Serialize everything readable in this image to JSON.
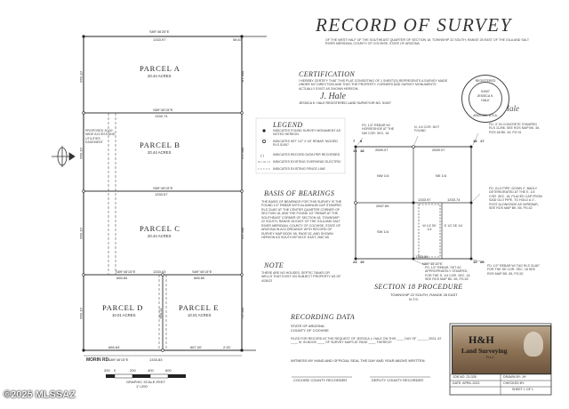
{
  "title": "RECORD OF SURVEY",
  "subtitle": "OF THE WEST HALF OF THE SOUTHEAST QUARTER OF SECTION 18, TOWNSHIP 22 SOUTH, RANGE 26 EAST OF THE GILA AND SALT RIVER MERIDIAN, COUNTY OF COCHISE, STATE OF ARIZONA",
  "certification": {
    "heading": "CERTIFICATION",
    "text": "I HEREBY CERTIFY THAT THIS PLAT CONSISTING OF 1 SHEET(S) REPRESENTS A SURVEY MADE UNDER MY DIRECTION AND THAT THE PROPERTY CORNERS AND SURVEY MONUMENTS ACTUALLY EXIST AS SHOWN HEREON.",
    "signature": "J. Hale",
    "signer": "JESSICA K. HALE  REGISTERED LAND SURVEYOR NO. 51907"
  },
  "seal": {
    "line1": "REGISTERED",
    "line2": "51907",
    "line3": "JESSICA K.",
    "line4": "HALE",
    "line5": "ARIZONA, U.S.A."
  },
  "legend": {
    "heading": "LEGEND",
    "items": [
      "INDICATES FOUND SURVEY MONUMENT AS NOTED HEREON",
      "INDICATES SET 1/2\" X 18\" REBAR TAGGED RLS 51907",
      "INDICATES RECORD DATA PER RECORDED",
      "INDICATES EXISTING OVERHEAD ELECTRIC",
      "INDICATES EXISTING FENCE LINE"
    ]
  },
  "basis": {
    "heading": "BASIS OF BEARINGS",
    "text": "THE BASIS OF BEARINGS FOR THIS SURVEY IS THE FOUND 1/2\" REBAR WITH ALUMINUM CAP STAMPED RLS 31467 AT THE CENTER QUARTER CORNER OF SECTION 18, AND THE FOUND 1/2\" REBAR AT THE SOUTHEAST CORNER OF SECTION 18, TOWNSHIP 22 SOUTH, RANGE 26 EAST OF THE GILA AND SALT RIVER MERIDIAN, COUNTY OF COCHISE, STATE OF ARIZONA IN ACCORDANCE WITH RECORD OF SURVEY MAP BOOK 65, PAGE 52, AND SHOWN HEREON AS SOUTH 89°45'15\" EAST, 2667.65"
  },
  "note": {
    "heading": "NOTE",
    "text": "THERE ARE NO HOUSES, SEPTIC TANKS OR WELLS THAT EXIST ON SUBJECT PROPERTY AS OF 4/26/23"
  },
  "recording": {
    "heading": "RECORDING DATA",
    "state": "STATE OF ARIZONA",
    "county": "COUNTY OF COCHISE",
    "filed": "FILED FOR RECORD AT THE REQUEST OF JESSICA J. HALE ON THIS ____ DAY OF ______ 2023, AT ____ M. IN BOOK ____ OF SURVEY MAPS AT PAGE ____ THEREOF.",
    "witness": "WITNESS MY HAND AND OFFICIAL SEAL THE DAY AND YEAR ABOVE WRITTEN.",
    "recorder": "COCHISE COUNTY RECORDER",
    "deputy": "DEPUTY COUNTY RECORDER"
  },
  "parcels": [
    {
      "name": "PARCEL A",
      "area": "20.44 ACRES"
    },
    {
      "name": "PARCEL B",
      "area": "20.44 ACRES"
    },
    {
      "name": "PARCEL C",
      "area": "20.44 ACRES"
    },
    {
      "name": "PARCEL D",
      "area": "10.01 ACRES"
    },
    {
      "name": "PARCEL E",
      "area": "10.01 ACRES"
    }
  ],
  "easement": "PROPOSED 30.00' WIDE ACCESS AND UTILITIES EASEMENT",
  "dims": {
    "top_bearing": "S89°46'25\"E",
    "top_dist": "1333.97",
    "top_right": "58.67'",
    "ab_bearing": "S89°45'15\"E",
    "ab_dist": "1333.74",
    "bc_bearing": "S89°45'15\"E",
    "bc_dist": "1333.57",
    "cd_left": "S89°45'15\"E",
    "cd_left_dist": "666.84",
    "cd_right": "S89°45'15\"E",
    "cd_right_dist": "1333.63",
    "cd_e_dist": "666.80",
    "bottom_left": "666.84'",
    "bottom_right": "667.00'",
    "bottom_total": "1333.83",
    "bottom_bearing": "S89°45'15\"E",
    "right_tail": "2.00'",
    "left_a": "660.10'",
    "left_b": "660.10'",
    "left_c": "660.10'",
    "left_de": "660.10'",
    "right_a": "660.18'",
    "right_b": "660.14'",
    "right_c": "660.10'",
    "right_de": "660.11'",
    "mid_de": "660.11'"
  },
  "road": "MORIN RD.",
  "scale": {
    "ticks": [
      "200",
      "0",
      "200",
      "400",
      "600"
    ],
    "label": "GRAPHIC SCALE-FEET",
    "ratio": "1\"=200'"
  },
  "procedure": {
    "heading": "SECTION 18 PROCEDURE",
    "sub1": "TOWNSHIP 22 SOUTH, RANGE 26 EAST",
    "sub2": "N.T.S.",
    "corners": [
      "7",
      "8",
      "18",
      "17",
      "13",
      "18",
      "24",
      "19",
      "19",
      "20"
    ],
    "quarters": [
      "NW 1/4",
      "NE 1/4",
      "SW 1/4",
      "W 1/2 SE 1/4",
      "E 1/2 SE 1/4"
    ],
    "dims": [
      "2659.07",
      "2659.07",
      "1333.97",
      "1333.74",
      "2667.65",
      "1333.84",
      "N89°45'15\"E"
    ],
    "notes": [
      "FD. 1/2\" REBAR W/ HORSESHOE AT THE NW COR. SEC. 18",
      "N. 1/4 COR. NOT FOUND",
      "FD. 4\" IN CONCRETE STAMPED RLS 11296, SEE ROS MAP BK. 45, PGS 48 BK. 49, PG 91",
      "FD. GLO PIPE, DOWN 2', BADLY DETERIORATED AT THE E. 1/4 COR. SEC. 18, PLACED CAP FROM SAID GLO PIPE, TO HOLD A 1\"-POST ALONGSIDE AS W/REBAR, SEE ROS MAP BK. 65, PG.52",
      "FD. 1/2\" REBAR, SET AC APPROPRIATELY STAMPED, FOR THE S. 1/4 COR. SEC. 18 SEE ROS MAP BK. 65, PG.52",
      "FD. 1/2\" REBAR W/ TAG RLS 31467 FOR THE SE COR. SEC. 18 SEE ROS MAP BK. 65, PG.52"
    ]
  },
  "titleblock": {
    "company": "H&H",
    "company2": "Land Surveying",
    "tag": "PLLC",
    "job": "JOB NO. 23-028",
    "drawn": "DRAWN BY: JH",
    "date": "DATE: APRIL 2023",
    "checked": "CHECKED BY:",
    "sheet": "SHEET 1 OF 1"
  },
  "watermark": "©2025 MLSSAZ"
}
